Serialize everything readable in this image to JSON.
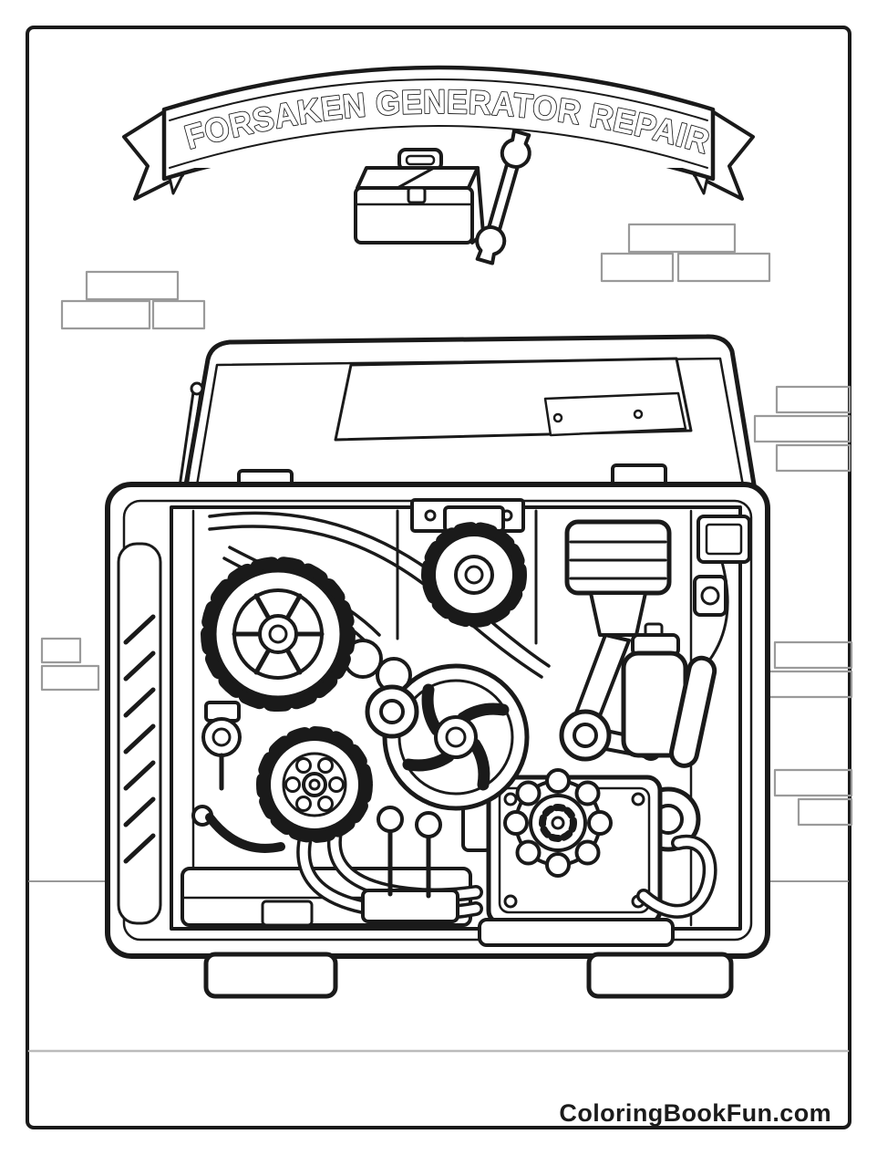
{
  "page": {
    "background": "#ffffff",
    "line_color": "#1a1a1a",
    "brick_line_color": "#9a9a9a"
  },
  "banner": {
    "title": "FORSAKEN GENERATOR REPAIR"
  },
  "footer": {
    "watermark": "ColoringBookFun.com"
  },
  "illustration": {
    "alt": "Coloring book line art of an open portable generator with gears, piston, fan wheel and wires, with a toolbox and wrench beneath a ribbon banner, in front of a brick wall"
  }
}
